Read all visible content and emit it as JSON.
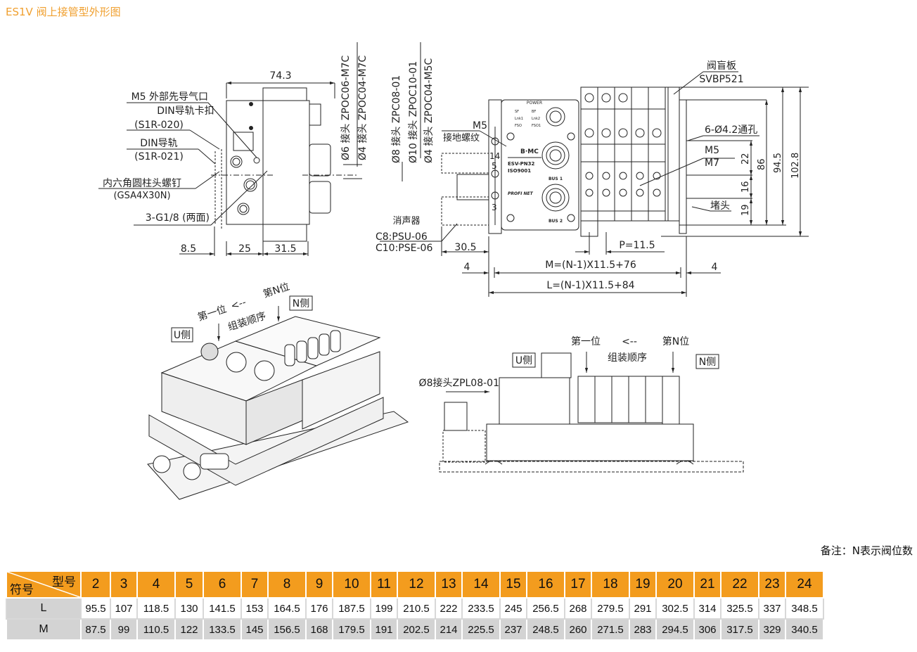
{
  "title": "ES1V 阀上接管型外形图",
  "side_view": {
    "dim_overall": "74.3",
    "dim_bottom": [
      "8.5",
      "25",
      "31.5"
    ],
    "labels": {
      "m5_pilot": "M5 外部先导气口",
      "din_clip": "DIN导轨卡扣",
      "din_clip_code": "(S1R-020)",
      "din_rail": "DIN导轨",
      "din_rail_code": "(S1R-021)",
      "hex_screw": "内六角圆柱头螺钉",
      "hex_screw_code": "(GSA4X30N)",
      "ports": "3-G1/8 (两面)",
      "fitting_6": "Ø6 接头 ZPOC06-M7C",
      "fitting_4": "Ø4 接头 ZPOC04-M7C"
    }
  },
  "front_view": {
    "labels": {
      "fitting_8": "Ø8 接头 ZPC08-01",
      "fitting_10": "Ø10 接头 ZPOC10-01",
      "fitting_4": "Ø4 接头 ZPOC04-M5C",
      "m5": "M5",
      "ground": "接地螺纹",
      "silencer": "消声器",
      "silencer_c8": "C8:PSU-06",
      "silencer_c10": "C10:PSE-06",
      "blank_plate": "阀盲板",
      "blank_plate_code": "SVBP521",
      "through_hole": "6-Ø4.2通孔",
      "m5_r": "M5",
      "m7_r": "M7",
      "plug": "堵头",
      "port_14": "14",
      "port_5": "5",
      "port_3": "3"
    },
    "module": {
      "power": "POWER",
      "leds_left": [
        "SF",
        "Lnk1",
        "FSO"
      ],
      "leds_right": [
        "BF",
        "Lnk2",
        "FSO1"
      ],
      "brand": "B·MC",
      "model": "ESV-PN32",
      "iso": "ISO9001",
      "bus1": "BUS 1",
      "bus2": "BUS 2",
      "profinet": "PROFI NET"
    },
    "dims": {
      "left_offset": "30.5",
      "pitch": "P=11.5",
      "m_formula": "M=(N-1)X11.5+76",
      "l_formula": "L=(N-1)X11.5+84",
      "edge_left": "4",
      "edge_right": "4",
      "h22": "22",
      "h16": "16",
      "h19": "19",
      "h86": "86",
      "h94_5": "94.5",
      "h102_8": "102.8"
    }
  },
  "iso_view": {
    "first": "第一位",
    "arrow": "<--",
    "nth": "第N位",
    "order": "组装顺序",
    "u_side": "U侧",
    "n_side": "N侧"
  },
  "bottom_view": {
    "first": "第一位",
    "arrow": "<--",
    "nth": "第N位",
    "order": "组装顺序",
    "u_side": "U侧",
    "n_side": "N侧",
    "fitting": "Ø8接头ZPL08-01"
  },
  "note": "备注：N表示阀位数",
  "table": {
    "corner_top": "型号",
    "corner_bottom": "符号",
    "header": [
      "2",
      "3",
      "4",
      "5",
      "6",
      "7",
      "8",
      "9",
      "10",
      "11",
      "12",
      "13",
      "14",
      "15",
      "16",
      "17",
      "18",
      "19",
      "20",
      "21",
      "22",
      "23",
      "24"
    ],
    "rows": [
      {
        "label": "L",
        "values": [
          "95.5",
          "107",
          "118.5",
          "130",
          "141.5",
          "153",
          "164.5",
          "176",
          "187.5",
          "199",
          "210.5",
          "222",
          "233.5",
          "245",
          "256.5",
          "268",
          "279.5",
          "291",
          "302.5",
          "314",
          "325.5",
          "337",
          "348.5"
        ]
      },
      {
        "label": "M",
        "values": [
          "87.5",
          "99",
          "110.5",
          "122",
          "133.5",
          "145",
          "156.5",
          "168",
          "179.5",
          "191",
          "202.5",
          "214",
          "225.5",
          "237",
          "248.5",
          "260",
          "271.5",
          "283",
          "294.5",
          "306",
          "317.5",
          "329",
          "340.5"
        ]
      }
    ]
  },
  "colors": {
    "accent": "#f39c1e",
    "title": "#f0a030",
    "row_gray": "#d3d3d3"
  }
}
